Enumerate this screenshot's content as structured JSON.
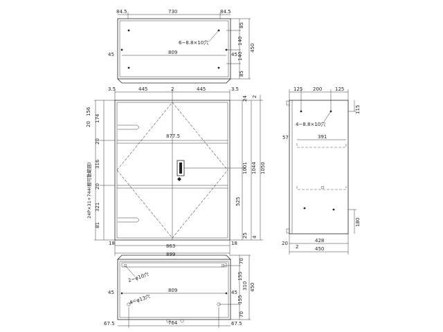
{
  "top_view": {
    "dims": [
      "84.5",
      "730",
      "84.5",
      "809",
      "45",
      "45",
      "85",
      "140",
      "450",
      "140",
      "85"
    ],
    "note": "6−8.8×10穴"
  },
  "front_view": {
    "top_dims": [
      "3.5",
      "445",
      "2",
      "445",
      "3.5"
    ],
    "right_dims": [
      "24",
      "2",
      "1001",
      "1044",
      "1050",
      "525",
      "25",
      "4"
    ],
    "left_dims": [
      "156",
      "20",
      "174",
      "20",
      "316",
      "20",
      "321",
      "81"
    ],
    "left_label": "24P×31+744(棚可動範囲)",
    "center_dim": "877.5",
    "bottom_dims": [
      "18",
      "863",
      "18",
      "899"
    ]
  },
  "side_view": {
    "top_dims": [
      "125",
      "200",
      "125"
    ],
    "right_dims": [
      "115",
      "180"
    ],
    "note": "4−8.8×10穴",
    "inner_dims": [
      "57",
      "391"
    ],
    "bottom_dims": [
      "20",
      "2",
      "428",
      "450"
    ]
  },
  "bottom_view": {
    "dims": [
      "70",
      "155",
      "310",
      "155",
      "450",
      "70",
      "809",
      "45",
      "45",
      "764",
      "67.5",
      "67.5"
    ],
    "note_1": "2−φ10穴",
    "note_2": "4−φ13穴"
  }
}
